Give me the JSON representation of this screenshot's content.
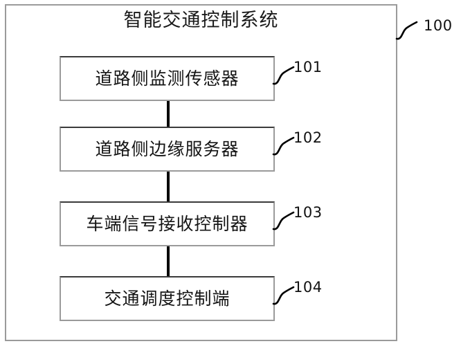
{
  "figure": {
    "type": "block-diagram",
    "system": {
      "title": "智能交通控制系统",
      "ref": "100"
    },
    "components": [
      {
        "label": "道路侧监测传感器",
        "ref": "101"
      },
      {
        "label": "道路侧边缘服务器",
        "ref": "102"
      },
      {
        "label": "车端信号接收控制器",
        "ref": "103"
      },
      {
        "label": "交通调度控制端",
        "ref": "104"
      }
    ],
    "colors": {
      "box_border": "#9a9a9a",
      "box_border_top": "#3a3a3a",
      "connector": "#000000",
      "text": "#141414",
      "background": "#ffffff"
    }
  }
}
